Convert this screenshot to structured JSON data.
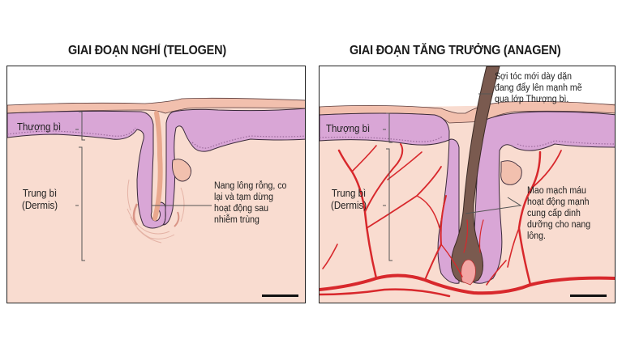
{
  "diagram": {
    "colors": {
      "background": "#ffffff",
      "panel_border": "#222222",
      "dermis": "#f9dcd0",
      "epidermis": "#d9a6d6",
      "stratum_corneum": "#f2c0ae",
      "hair_shaft": "#7a5a4f",
      "blood_vessel": "#d8282c",
      "label_line": "#555555"
    },
    "left_panel": {
      "title": "GIAI ĐOẠN NGHỈ (TELOGEN)",
      "layer_labels": {
        "epidermis": "Thượng bì",
        "dermis_line1": "Trung bì",
        "dermis_line2": "(Dermis)"
      },
      "annotation": "Nang lông rỗng, co\nlại và tạm dừng\nhoạt động sau\nnhiễm trùng",
      "scale_bar": true
    },
    "right_panel": {
      "title": "GIAI ĐOẠN TĂNG TRƯỞNG (ANAGEN)",
      "layer_labels": {
        "epidermis": "Thượng bì",
        "dermis_line1": "Trung bì",
        "dermis_line2": "(Dermis)"
      },
      "annotation_hair": "Sợi tóc mới dày dặn\nđang đẩy lên mạnh mẽ\nqua lớp Thượng bì.",
      "annotation_vessels": "Mao mạch máu\nhoạt động mạnh\ncung cấp dinh\ndưỡng cho nang\nlông.",
      "scale_bar": true
    }
  }
}
